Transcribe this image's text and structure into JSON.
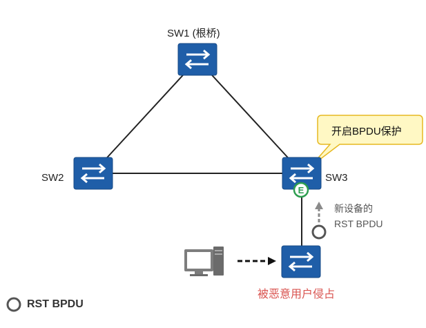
{
  "nodes": {
    "sw1": {
      "label": "SW1 (根桥)"
    },
    "sw2": {
      "label": "SW2"
    },
    "sw3": {
      "label": "SW3"
    }
  },
  "callout": {
    "text": "开启BPDU保护"
  },
  "edge_port_badge": {
    "letter": "E"
  },
  "new_device_bpdu": {
    "line1": "新设备的",
    "line2": "RST BPDU"
  },
  "rogue_switch": {
    "label": "被恶意用户侵占"
  },
  "legend": {
    "label": "RST BPDU"
  },
  "colors": {
    "switch_blue": "#1f5ea8",
    "edge_green": "#2e9e4f",
    "callout_fill": "#fff8c4",
    "callout_border": "#e6b820",
    "alert_red": "#d9534f"
  }
}
